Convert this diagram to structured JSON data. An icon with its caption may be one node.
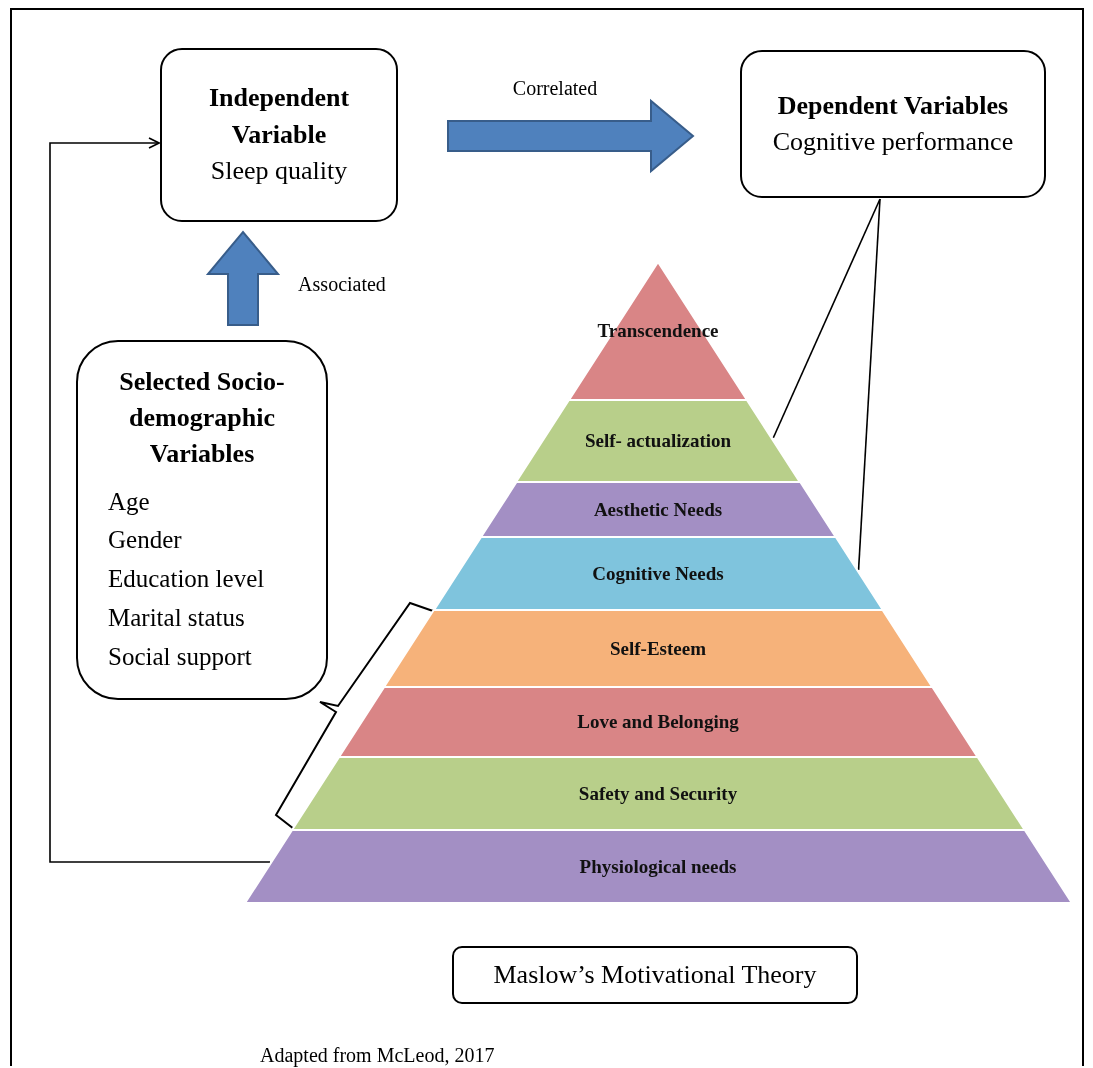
{
  "diagram": {
    "caption": "Adapted from McLeod, 2017",
    "nodes": [
      {
        "text": [
          "Independent Variable",
          "Sleep quality"
        ]
      },
      {
        "text": [
          "Dependent Variables",
          "Cognitive performance"
        ]
      },
      {
        "text": [
          "Selected Socio-demographic Variables",
          "Age",
          "Gender",
          "Education level",
          "Marital status",
          "Social support"
        ]
      },
      {
        "text": [
          "Transcendence"
        ]
      },
      {
        "text": [
          "Self- actualization"
        ]
      },
      {
        "text": [
          "Aesthetic Needs"
        ]
      },
      {
        "text": [
          "Cognitive Needs"
        ]
      },
      {
        "text": [
          "Self-Esteem"
        ]
      },
      {
        "text": [
          "Love and Belonging"
        ]
      },
      {
        "text": [
          "Safety and Security"
        ]
      },
      {
        "text": [
          "Physiological needs"
        ]
      },
      {
        "text": [
          "Maslow’s Motivational Theory"
        ]
      }
    ],
    "edges": [
      {
        "from": 0,
        "to": 1,
        "arrow": "to",
        "label": "Correlated",
        "style": "thick",
        "color": "#4f81bd"
      },
      {
        "from": 2,
        "to": 0,
        "arrow": "to",
        "label": "Associated",
        "style": "thick",
        "color": "#4f81bd"
      },
      {
        "from": 10,
        "to": 0,
        "arrow": "to"
      },
      {
        "from": 1,
        "to": 4,
        "arrow": "none"
      },
      {
        "from": 1,
        "to": 6,
        "arrow": "none"
      }
    ]
  }
}
